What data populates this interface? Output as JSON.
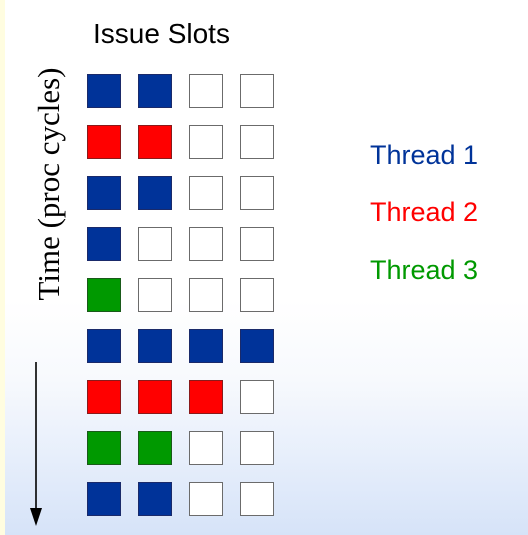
{
  "title": "Issue Slots",
  "y_axis": {
    "label": "Time (proc cycles)"
  },
  "colors": {
    "thread_1": "#003399",
    "thread_2": "#ff0000",
    "thread_3": "#009900",
    "empty": "#ffffff"
  },
  "legend": [
    {
      "label": "Thread 1",
      "color": "#003399"
    },
    {
      "label": "Thread 2",
      "color": "#ff0000"
    },
    {
      "label": "Thread 3",
      "color": "#009900"
    }
  ],
  "slot_grid": [
    [
      1,
      1,
      0,
      0
    ],
    [
      2,
      2,
      0,
      0
    ],
    [
      1,
      1,
      0,
      0
    ],
    [
      1,
      0,
      0,
      0
    ],
    [
      3,
      0,
      0,
      0
    ],
    [
      1,
      1,
      1,
      1
    ],
    [
      2,
      2,
      2,
      0
    ],
    [
      3,
      3,
      0,
      0
    ],
    [
      1,
      1,
      0,
      0
    ]
  ]
}
